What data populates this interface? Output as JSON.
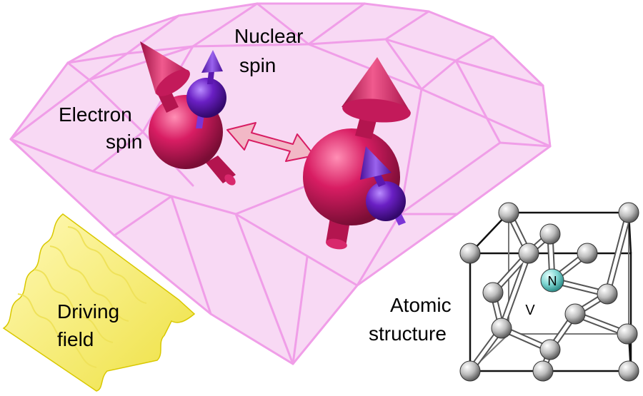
{
  "labels": {
    "nuclear_spin_line1": "Nuclear",
    "nuclear_spin_line2": "spin",
    "electron_spin_line1": "Electron",
    "electron_spin_line2": "spin",
    "driving_field_line1": "Driving",
    "driving_field_line2": "field",
    "atomic_structure_line1": "Atomic",
    "atomic_structure_line2": "structure",
    "nitrogen_atom": "N",
    "vacancy": "V"
  },
  "colors": {
    "diamond_fill": "#f7d2f2",
    "diamond_edge": "#f09ee8",
    "electron_spin": "#d81d63",
    "nuclear_spin": "#6a1fc4",
    "coupling_arrow": "#f2b8c6",
    "driving_field": "#f5ea3c",
    "lattice_atom": "#bdbdbd",
    "nitrogen_atom": "#7fd6d2"
  }
}
